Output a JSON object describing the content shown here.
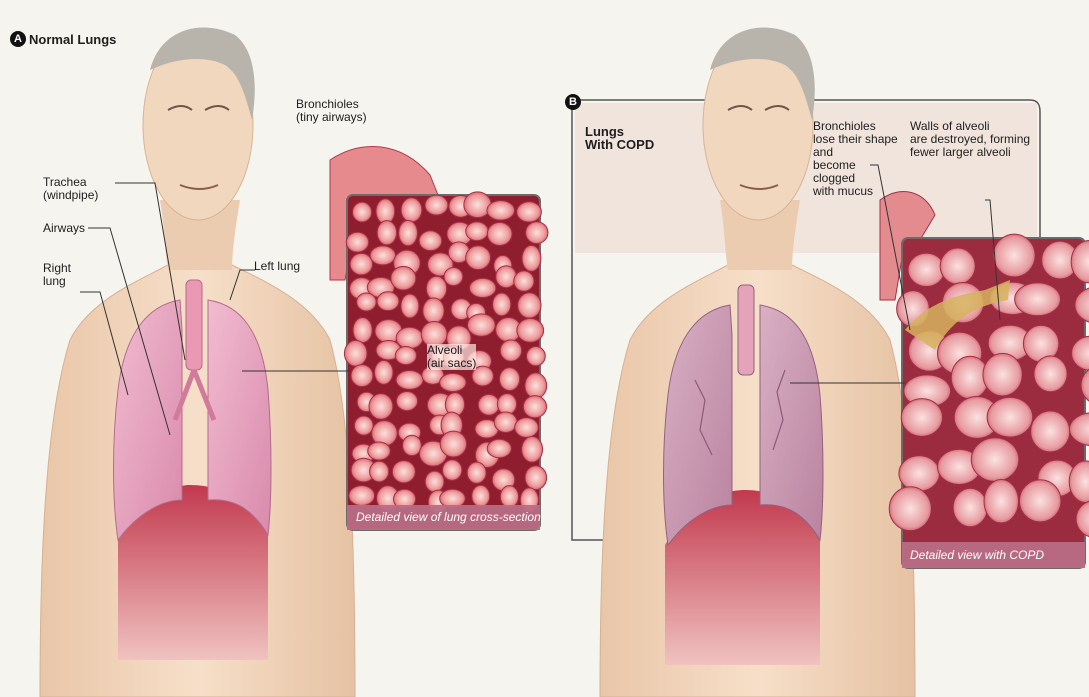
{
  "panel_a": {
    "badge": "A",
    "title": "Normal Lungs",
    "labels": {
      "bronchioles": "Bronchioles\n(tiny airways)",
      "trachea": "Trachea\n(windpipe)",
      "airways": "Airways",
      "right_lung": "Right\nlung",
      "left_lung": "Left lung",
      "alveoli": "Alveoli\n(air sacs)"
    },
    "caption": "Detailed view of lung cross-section"
  },
  "panel_b": {
    "badge": "B",
    "title": "Lungs\nWith COPD",
    "labels": {
      "bronchioles": "Bronchioles\nlose their shape\nand\nbecome\nclogged\nwith mucus",
      "alveoli_walls": "Walls of alveoli\nare destroyed, forming\nfewer larger alveoli"
    },
    "caption": "Detailed view with COPD"
  },
  "colors": {
    "skin": "#f3d9c0",
    "lung_normal": "#e7a6bf",
    "lung_copd": "#cf9bb4",
    "tissue": "#d9606a",
    "caption_bar": "#b96d86"
  }
}
